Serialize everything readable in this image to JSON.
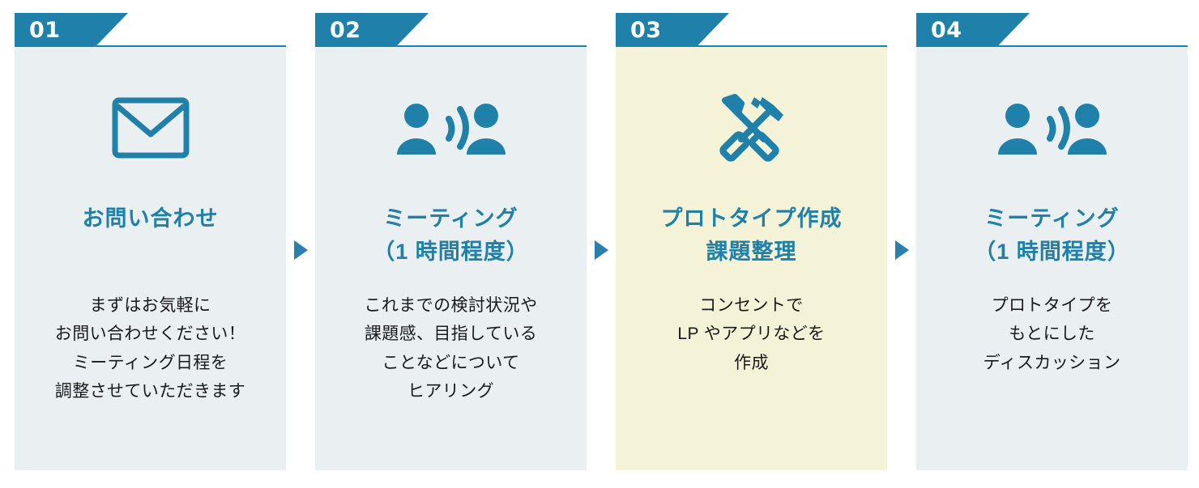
{
  "theme": {
    "accent": "#1f80a9",
    "arrow_color": "#2a80ad",
    "card_bg": "#eaeff2",
    "card_bg_highlight": "#f4f3d7",
    "title_color": "#1f80a9",
    "body_color": "#1a1a1a",
    "number_text_color": "#ffffff"
  },
  "steps": [
    {
      "number": "01",
      "icon": "envelope-icon",
      "title_lines": [
        "お問い合わせ"
      ],
      "body_lines": [
        "まずはお気軽に",
        "お問い合わせください！",
        "ミーティング日程を",
        "調整させていただきます"
      ],
      "highlighted": false
    },
    {
      "number": "02",
      "icon": "meeting-people-talking-icon",
      "title_lines": [
        "ミーティング",
        "（1 時間程度）"
      ],
      "body_lines": [
        "これまでの検討状況や",
        "課題感、目指している",
        "ことなどについて",
        "ヒアリング"
      ],
      "highlighted": false
    },
    {
      "number": "03",
      "icon": "tools-hammer-screwdriver-icon",
      "title_lines": [
        "プロトタイプ作成",
        "課題整理"
      ],
      "body_lines": [
        "コンセントで",
        "LP やアプリなどを",
        "作成"
      ],
      "highlighted": true
    },
    {
      "number": "04",
      "icon": "meeting-people-talking-icon",
      "title_lines": [
        "ミーティング",
        "（1 時間程度）"
      ],
      "body_lines": [
        "プロトタイプを",
        "もとにした",
        "ディスカッション"
      ],
      "highlighted": false
    }
  ],
  "arrows": [
    {
      "label": "arrow-step-1-to-2",
      "glyph": "▶"
    },
    {
      "label": "arrow-step-2-to-3",
      "glyph": "▶"
    },
    {
      "label": "arrow-step-3-to-4",
      "glyph": "▶"
    }
  ]
}
